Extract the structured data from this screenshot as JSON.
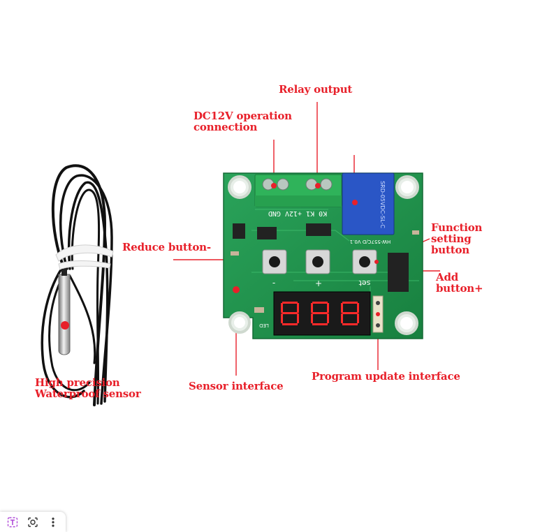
{
  "callouts": {
    "relay_output": "Relay output",
    "dc12v_line1": "DC12V operation",
    "dc12v_line2": "connection",
    "reduce_button": "Reduce button-",
    "function_line1": "Function",
    "function_line2": "setting",
    "function_line3": "button",
    "add_line1": "Add",
    "add_line2": "button+",
    "sensor_interface": "Sensor interface",
    "program_update": "Program update interface",
    "sensor_line1": "High precision",
    "sensor_line2": "Waterproof sensor"
  },
  "board": {
    "terminal_labels": "K0  K1  +12V  GND",
    "relay_marking": "SRD-05VDC-SL-C",
    "model_marking": "HW-557C/D V0.1",
    "minus": "-",
    "plus": "+",
    "set": "set",
    "led": "LED"
  },
  "colors": {
    "callout": "#e8202a",
    "pcb": "#1f8f4e",
    "terminal": "#2fb35a",
    "relay": "#2a56c6",
    "display_red": "#ff2a2a"
  },
  "toolbar_icons": [
    "text-icon",
    "lens-icon",
    "more-icon"
  ]
}
